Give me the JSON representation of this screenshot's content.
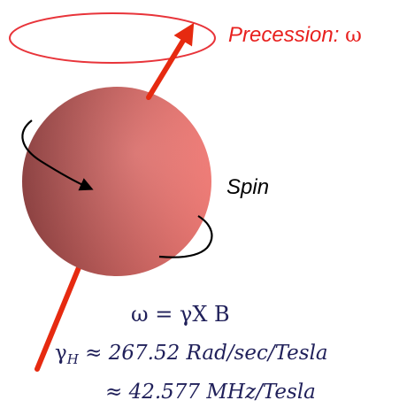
{
  "labels": {
    "precession_text": "Precession:",
    "precession_symbol": "ω",
    "spin": "Spin"
  },
  "equations": {
    "omega_eq": {
      "omega": "ω",
      "equals": "=",
      "gamma": "γ",
      "times_b": "X B"
    },
    "gamma_h_eq": {
      "gamma": "γ",
      "subscript": "H",
      "approx_value": "≈ 267.52 Rad/sec/Tesla"
    },
    "mhz_eq": {
      "approx_value": "≈ 42.577 MHz/Tesla"
    }
  },
  "colors": {
    "ring": "#e8343a",
    "axis": "#e62a10",
    "sphere_dark": "#9a4646",
    "sphere_light": "#ff7e78",
    "equation_text": "#20205a",
    "precession_text": "#e8201e"
  },
  "icons": {
    "spin_arrow_upper": "curved-arrow-icon",
    "spin_arrow_lower": "curved-arrow-icon",
    "axis_arrow": "arrow-up-right-icon"
  }
}
